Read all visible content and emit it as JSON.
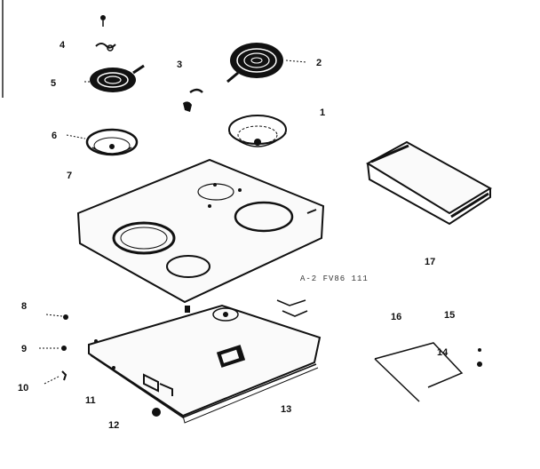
{
  "diagram": {
    "part_code": "A-2 FV86 111",
    "callouts": [
      "1",
      "2",
      "3",
      "4",
      "5",
      "6",
      "7",
      "8",
      "9",
      "10",
      "11",
      "12",
      "13",
      "14",
      "15",
      "16",
      "17"
    ]
  }
}
